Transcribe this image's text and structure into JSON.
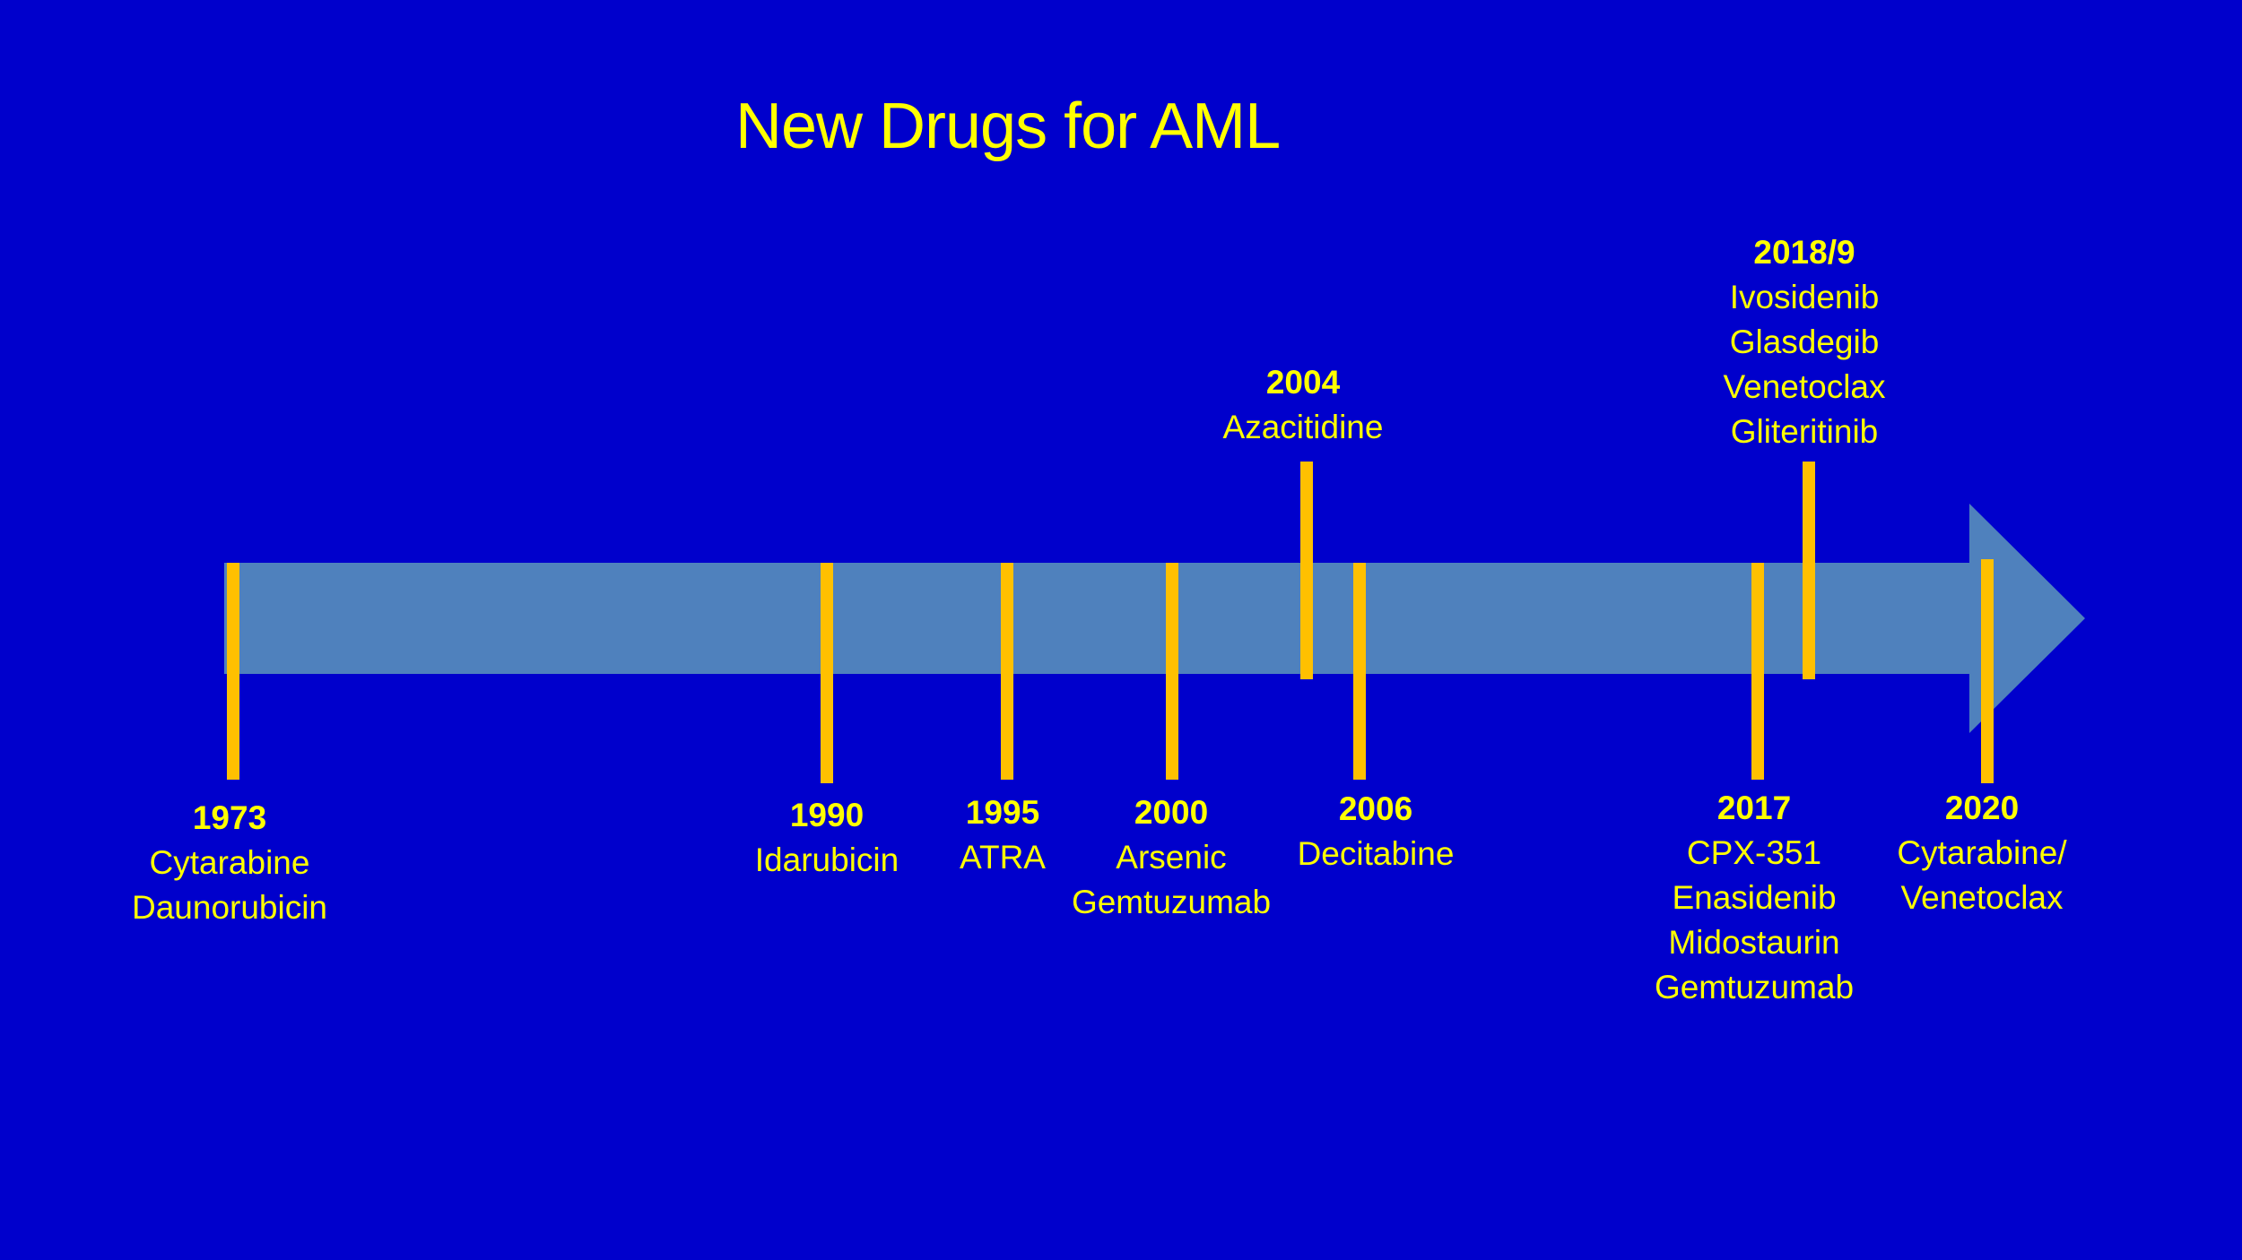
{
  "title": "New Drugs for AML",
  "colors": {
    "background": "#0000cc",
    "arrow": "#4f81bd",
    "marker": "#ffc000",
    "text": "#ffff00"
  },
  "events": [
    {
      "year": "1973",
      "drugs": [
        "Cytarabine",
        "Daunorubicin"
      ],
      "side": "below"
    },
    {
      "year": "1990",
      "drugs": [
        "Idarubicin"
      ],
      "side": "below"
    },
    {
      "year": "1995",
      "drugs": [
        "ATRA"
      ],
      "side": "below"
    },
    {
      "year": "2000",
      "drugs": [
        "Arsenic",
        "Gemtuzumab"
      ],
      "side": "below"
    },
    {
      "year": "2004",
      "drugs": [
        "Azacitidine"
      ],
      "side": "above"
    },
    {
      "year": "2006",
      "drugs": [
        "Decitabine"
      ],
      "side": "below"
    },
    {
      "year": "2017",
      "drugs": [
        "CPX-351",
        "Enasidenib",
        "Midostaurin",
        "Gemtuzumab"
      ],
      "side": "below"
    },
    {
      "year": "2018/9",
      "drugs": [
        "Ivosidenib",
        "Glasdegib",
        "Venetoclax",
        "Gliteritinib"
      ],
      "side": "above"
    },
    {
      "year": "2020",
      "drugs": [
        "Cytarabine/",
        "Venetoclax"
      ],
      "side": "below"
    }
  ]
}
